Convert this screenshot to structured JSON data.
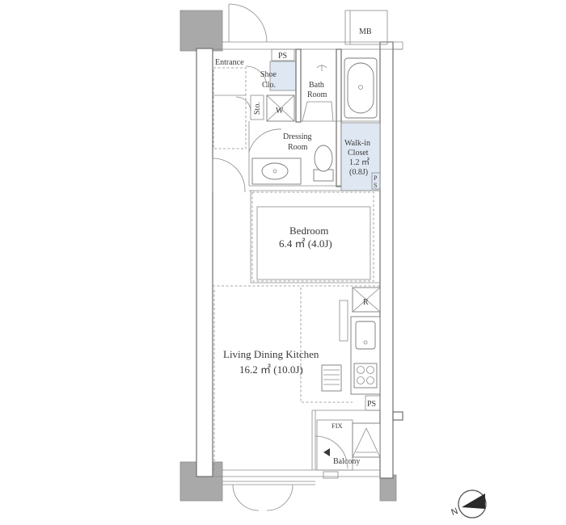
{
  "rooms": {
    "mb": "MB",
    "entrance": "Entrance",
    "ps_top": "PS",
    "shoe_1": "Shoe",
    "shoe_2": "Clo.",
    "bath_1": "Bath",
    "bath_2": "Room",
    "sto": "Sto.",
    "washer": "W",
    "dressing_1": "Dressing",
    "dressing_2": "Room",
    "walkin_1": "Walk-in",
    "walkin_2": "Closet",
    "walkin_3": "1.2 ㎡",
    "walkin_4": "(0.8J)",
    "ps_closet_1": "P",
    "ps_closet_2": "S",
    "bedroom_1": "Bedroom",
    "bedroom_2": "6.4 ㎡ (4.0J)",
    "fridge": "R",
    "ldk_1": "Living Dining Kitchen",
    "ldk_2": "16.2 ㎡ (10.0J)",
    "ps_kitchen": "PS",
    "fix": "FIX",
    "balcony": "Balcony",
    "compass": "N"
  }
}
